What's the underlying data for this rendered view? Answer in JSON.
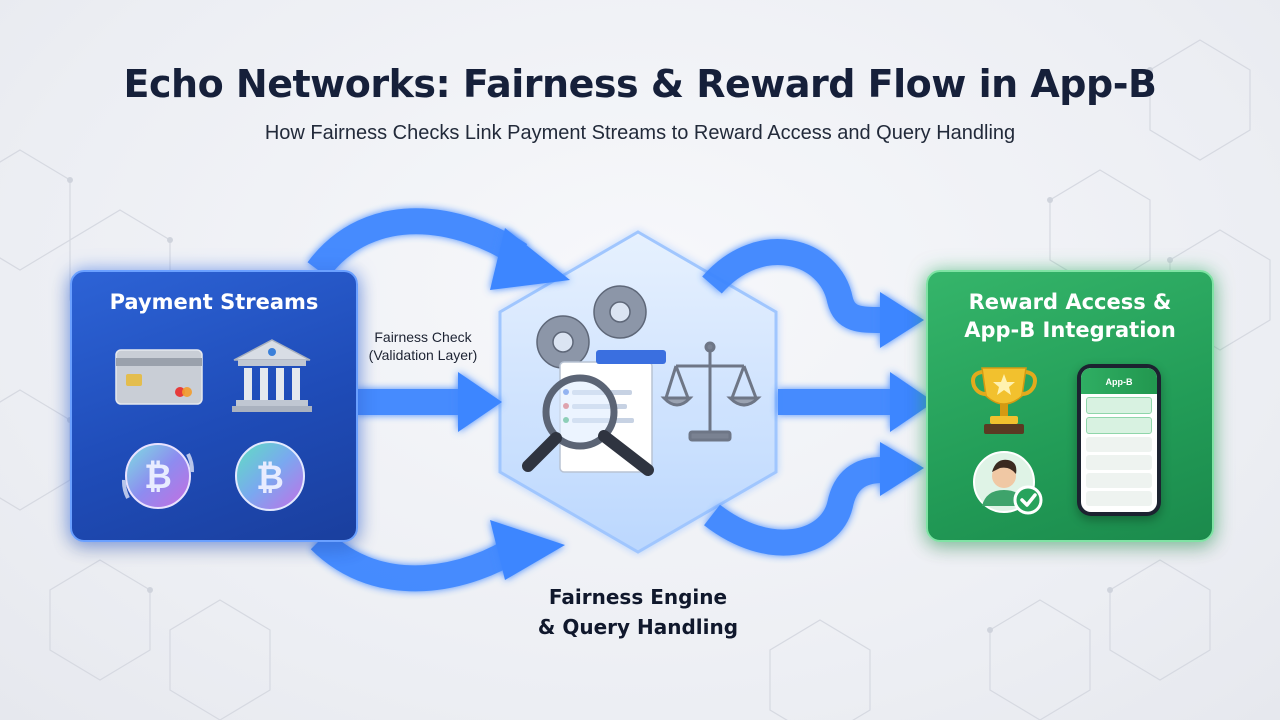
{
  "header": {
    "title": "Echo Networks: Fairness & Reward Flow in App-B",
    "subtitle": "How Fairness Checks Link Payment Streams to Reward Access and Query Handling"
  },
  "left_panel": {
    "title": "Payment Streams",
    "icons": [
      "credit-card-icon",
      "bank-icon",
      "bitcoin-sync-icon",
      "bitcoin-icon"
    ]
  },
  "connector_label": {
    "line1": "Fairness Check",
    "line2": "(Validation Layer)"
  },
  "center_hub": {
    "label_line1": "Fairness Engine",
    "label_line2": "& Query Handling",
    "icons": [
      "gears-icon",
      "document-icon",
      "magnifier-icon",
      "scales-icon"
    ]
  },
  "right_panel": {
    "title_line1": "Reward Access &",
    "title_line2": "App-B Integration",
    "phone_title": "App-B",
    "icons": [
      "trophy-icon",
      "user-check-icon",
      "phone-icon"
    ]
  },
  "colors": {
    "left_panel": "#2153c4",
    "right_panel": "#27a35c",
    "arrows": "#3d86ff",
    "title": "#16203a"
  }
}
